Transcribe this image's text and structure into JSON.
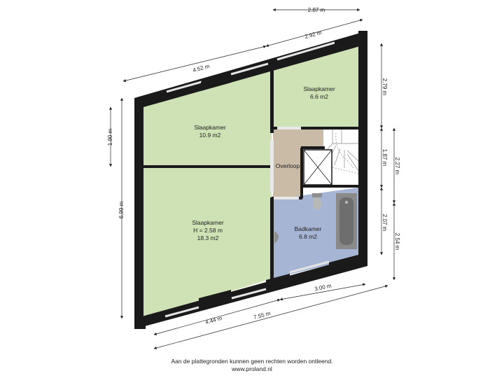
{
  "colors": {
    "bedroom": "#cfe2b6",
    "landing": "#c9bba6",
    "bathroom": "#a7b5d4",
    "wall": "#1a1a1a",
    "dimension": "#222222"
  },
  "rooms": {
    "bedroom_top_left": {
      "name": "Slaapkamer",
      "area": "10.9 m2"
    },
    "bedroom_top_right": {
      "name": "Slaapkamer",
      "area": "6.6  m2"
    },
    "bedroom_bottom_left": {
      "name": "Slaapkamer",
      "height": "H = 2.58 m",
      "area": "18.3 m2"
    },
    "landing": {
      "name": "Overloop"
    },
    "bathroom": {
      "name": "Badkamer",
      "area": "6.8 m2"
    }
  },
  "dimensions": {
    "top_width": "2.87 m",
    "top_right_wall": "2.92 m",
    "top_left_wall": "4.52 m",
    "left_upper": "1.90 m",
    "left_total": "6.99 m",
    "right_top": "2.79 m",
    "right_mid": "1.87 m",
    "right_mid_outer": "2.27 m",
    "right_lower": "2.07 m",
    "right_lower_outer": "2.54 m",
    "bottom_right_wall": "3.00 m",
    "bottom_left_wall": "4.44 m",
    "bottom_total": "7.55 m"
  },
  "footer": {
    "disclaimer": "Aan de plattegronden kunnen geen rechten worden ontleend.",
    "website": "www.proland.nl"
  }
}
